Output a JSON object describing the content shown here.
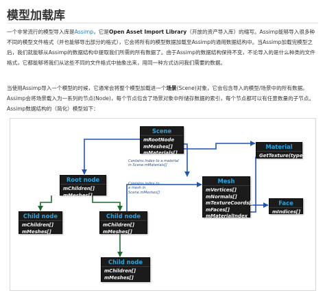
{
  "page": {
    "title": "模型加载库"
  },
  "intro": {
    "t1": "一个非常流行的模型导入库是",
    "lib_link": "Assimp",
    "t2": "，它是",
    "full_name": "Open Asset Import Library",
    "t3": "（开放的资产导入库）的缩写。Assimp能够导入很多种不同的模型文件格式（并也能够导出部分的格式），它会将所有的模型数据加载至Assimp的通用数据结构中。当Assimp加载完模型之后，我们就能够从Assimp的数据结构中提取我们所需的所有数据了。由于Assimp的数据结构保持不变，不论导入的是什么种类的文件格式，它都能够将我们从这些不同的文件格式中抽象出来，用同一种方式访问我们需要的数据。"
  },
  "scene_para": {
    "t1": "当使用Assimp导入一个模型的时候，它通常会将整个模型加载进一个",
    "scene_word": "场景",
    "t2": "(Scene)对象，它会包含导入的模型/场景中的所有数据。Assimp会将场景载入为一系列的节点(Node)，每个节点包含了场景对象中所储存数据的索引，每个节点都可以有任意数量的子节点。Assimp数据结构的（简化）模型如下："
  },
  "diagram": {
    "scene": {
      "title": "Scene",
      "fields": [
        "mRootNode",
        "mMeshes[]",
        "mMaterials[]"
      ]
    },
    "material": {
      "title": "Material",
      "fields": [
        "GetTexture(type)"
      ]
    },
    "root_node": {
      "title": "Root node",
      "fields": [
        "mChildren[]",
        "mMeshes[]"
      ]
    },
    "mesh": {
      "title": "Mesh",
      "fields": [
        "mVertices[]",
        "mNormals[]",
        "mTextureCoords[]",
        "mFaces[]",
        "mMaterialIndex"
      ]
    },
    "face": {
      "title": "Face",
      "fields": [
        "mIndices[]"
      ]
    },
    "child_node_left": {
      "title": "Child node",
      "fields": [
        "mChildren[]",
        "mMeshes[]"
      ]
    },
    "child_node_mid": {
      "title": "Child node",
      "fields": [
        "mChildren[]",
        "mMeshes[]"
      ]
    },
    "child_node_bottom": {
      "title": "Child node",
      "fields": [
        "mChildren[]",
        "mMeshes[]"
      ]
    },
    "note_materials": [
      "Contains index to a material",
      "in Scene.mMaterials[]"
    ],
    "note_mesh": [
      "Contains index to",
      "a mesh in",
      "Scene.mMeshes[]"
    ],
    "colors": {
      "node_bg": "#1b1b1b",
      "node_title": "#2aa3d8",
      "node_text": "#f2f2f2",
      "arrow_blue": "#1e54b4",
      "arrow_green": "#1b6b2c",
      "note_text": "#1f4f9a"
    }
  }
}
